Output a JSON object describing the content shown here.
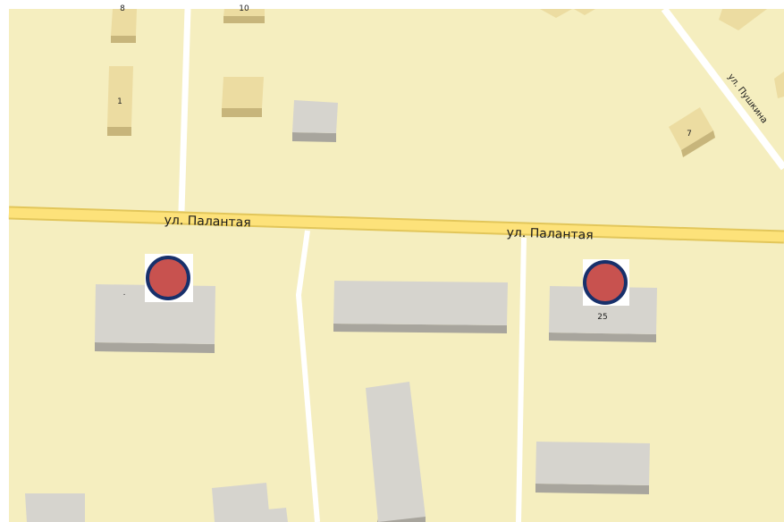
{
  "map": {
    "colors": {
      "land": "#f5eebf",
      "road_primary": "#fde27a",
      "road_primary_casing": "#e2c65a",
      "road_minor": "#ffffff",
      "building_gray": "#d6d4ce",
      "building_gray_side": "#a8a59d",
      "building_tan": "#ecdca1",
      "building_tan_side": "#c7b57b",
      "marker_fill": "#c8524f",
      "marker_stroke": "#17306b"
    },
    "streets": {
      "main_label_left": "ул. Палантая",
      "main_label_right": "ул. Палантая",
      "side_label": "ул. Пушкина"
    },
    "house_numbers": {
      "left_top": "1",
      "right_marker": "25",
      "top_right": "7",
      "left_marker_dot": "."
    },
    "markers": [
      {
        "name": "map-marker-left"
      },
      {
        "name": "map-marker-right"
      }
    ]
  }
}
